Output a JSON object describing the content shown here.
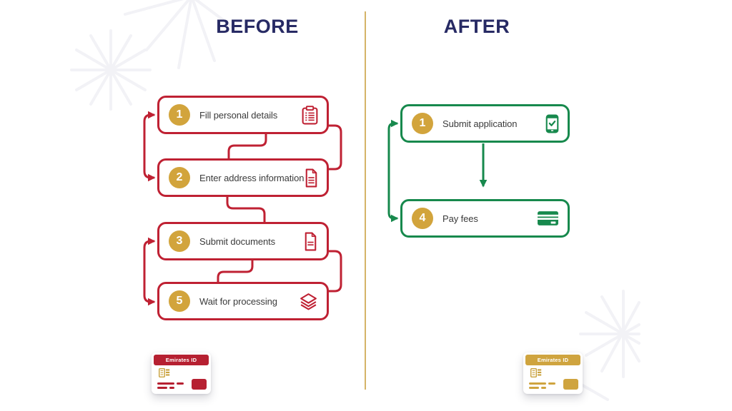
{
  "header": {
    "before_title": "BEFORE",
    "after_title": "AFTER"
  },
  "before": {
    "steps": [
      {
        "number": "1",
        "label": "Fill personal details",
        "icon": "clipboard-icon"
      },
      {
        "number": "2",
        "label": "Enter address information",
        "icon": "document-icon"
      },
      {
        "number": "3",
        "label": "Submit documents",
        "icon": "file-text-icon"
      },
      {
        "number": "5",
        "label": "Wait for processing",
        "icon": "layers-icon"
      }
    ],
    "card": {
      "title": "Emirates ID",
      "theme": "red"
    }
  },
  "after": {
    "steps": [
      {
        "number": "1",
        "label": "Submit application",
        "icon": "phone-check-icon"
      },
      {
        "number": "4",
        "label": "Pay fees",
        "icon": "credit-card-icon"
      }
    ],
    "card": {
      "title": "Emirates ID",
      "theme": "gold"
    }
  },
  "colors": {
    "before_accent": "#bf2133",
    "after_accent": "#17894d",
    "badge_gold": "#d2a43c",
    "title_navy": "#272a64",
    "divider_gold": "#d5b468"
  }
}
